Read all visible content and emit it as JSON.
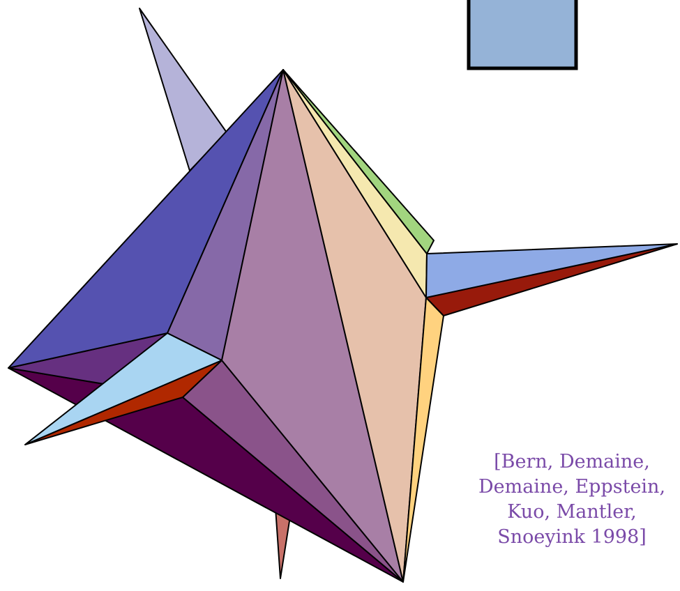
{
  "citation": {
    "line1": "[Bern, Demaine,",
    "line2": "Demaine, Eppstein,",
    "line3": "Kuo, Mantler,",
    "line4": "Snoeyink 1998]"
  },
  "colors": {
    "square": "#95b3d7",
    "citation_text": "#7a4aa8",
    "spike_top_left": "#b5b3d9",
    "face_blue_left": "#5552b0",
    "face_purple_mid": "#8669a8",
    "face_mauve_center": "#a87fa6",
    "face_peach": "#e6c1ab",
    "face_yellow": "#f5e8af",
    "face_green": "#a2d57f",
    "face_orange": "#ffd27f",
    "spike_right_blue": "#8eaae6",
    "spike_right_red": "#981a0b",
    "face_dark_purple": "#55004a",
    "face_purple_lower": "#663080",
    "face_plum": "#8a538a",
    "spike_left_light": "#a9d5f2",
    "spike_left_red": "#b02800",
    "spike_bottom": "#c87169"
  }
}
